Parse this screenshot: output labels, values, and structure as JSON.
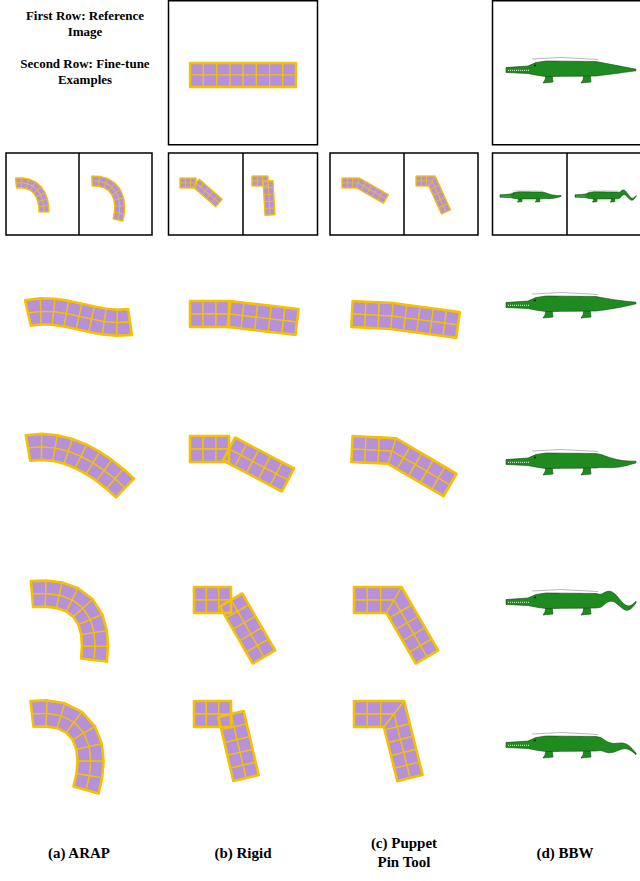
{
  "diagram": {
    "labels": [
      "First Row: Reference Image",
      "Second Row: Fine-tune Examples",
      "(a) ARAP",
      "(b) Rigid",
      "(c) Puppet Pin Tool",
      "(d) BBW"
    ]
  }
}
